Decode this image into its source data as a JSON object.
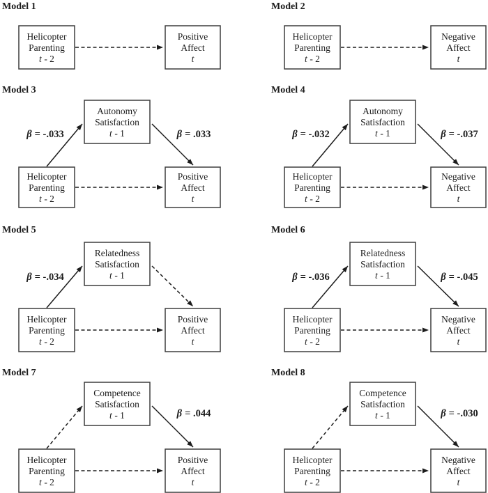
{
  "figure": {
    "background_color": "#ffffff",
    "ink_color": "#1c1c1c",
    "box_border_color": "#3d3d3d"
  },
  "models": [
    {
      "title": "Model 1",
      "predictor": {
        "line1": "Helicopter",
        "line2": "Parenting",
        "time": "t - 2"
      },
      "mediator": null,
      "outcome": {
        "line1": "Positive",
        "line2": "Affect",
        "time": "t"
      },
      "paths": {
        "direct": {
          "style": "dashed",
          "label": ""
        }
      }
    },
    {
      "title": "Model 2",
      "predictor": {
        "line1": "Helicopter",
        "line2": "Parenting",
        "time": "t - 2"
      },
      "mediator": null,
      "outcome": {
        "line1": "Negative",
        "line2": "Affect",
        "time": "t"
      },
      "paths": {
        "direct": {
          "style": "dashed",
          "label": ""
        }
      }
    },
    {
      "title": "Model 3",
      "predictor": {
        "line1": "Helicopter",
        "line2": "Parenting",
        "time": "t - 2"
      },
      "mediator": {
        "line1": "Autonomy",
        "line2": "Satisfaction",
        "time": "t - 1"
      },
      "outcome": {
        "line1": "Positive",
        "line2": "Affect",
        "time": "t"
      },
      "paths": {
        "a": {
          "style": "solid",
          "label": "β = -.033"
        },
        "b": {
          "style": "solid",
          "label": "β = .033"
        },
        "direct": {
          "style": "dashed",
          "label": ""
        }
      }
    },
    {
      "title": "Model 4",
      "predictor": {
        "line1": "Helicopter",
        "line2": "Parenting",
        "time": "t - 2"
      },
      "mediator": {
        "line1": "Autonomy",
        "line2": "Satisfaction",
        "time": "t - 1"
      },
      "outcome": {
        "line1": "Negative",
        "line2": "Affect",
        "time": "t"
      },
      "paths": {
        "a": {
          "style": "solid",
          "label": "β = -.032"
        },
        "b": {
          "style": "solid",
          "label": "β = -.037"
        },
        "direct": {
          "style": "dashed",
          "label": ""
        }
      }
    },
    {
      "title": "Model 5",
      "predictor": {
        "line1": "Helicopter",
        "line2": "Parenting",
        "time": "t - 2"
      },
      "mediator": {
        "line1": "Relatedness",
        "line2": "Satisfaction",
        "time": "t - 1"
      },
      "outcome": {
        "line1": "Positive",
        "line2": "Affect",
        "time": "t"
      },
      "paths": {
        "a": {
          "style": "solid",
          "label": "β = -.034"
        },
        "b": {
          "style": "dashed",
          "label": ""
        },
        "direct": {
          "style": "dashed",
          "label": ""
        }
      }
    },
    {
      "title": "Model 6",
      "predictor": {
        "line1": "Helicopter",
        "line2": "Parenting",
        "time": "t - 2"
      },
      "mediator": {
        "line1": "Relatedness",
        "line2": "Satisfaction",
        "time": "t - 1"
      },
      "outcome": {
        "line1": "Negative",
        "line2": "Affect",
        "time": "t"
      },
      "paths": {
        "a": {
          "style": "solid",
          "label": "β = -.036"
        },
        "b": {
          "style": "solid",
          "label": "β = -.045"
        },
        "direct": {
          "style": "dashed",
          "label": ""
        }
      }
    },
    {
      "title": "Model 7",
      "predictor": {
        "line1": "Helicopter",
        "line2": "Parenting",
        "time": "t - 2"
      },
      "mediator": {
        "line1": "Competence",
        "line2": "Satisfaction",
        "time": "t - 1"
      },
      "outcome": {
        "line1": "Positive",
        "line2": "Affect",
        "time": "t"
      },
      "paths": {
        "a": {
          "style": "dashed",
          "label": ""
        },
        "b": {
          "style": "solid",
          "label": "β = .044"
        },
        "direct": {
          "style": "dashed",
          "label": ""
        }
      }
    },
    {
      "title": "Model 8",
      "predictor": {
        "line1": "Helicopter",
        "line2": "Parenting",
        "time": "t - 2"
      },
      "mediator": {
        "line1": "Competence",
        "line2": "Satisfaction",
        "time": "t - 1"
      },
      "outcome": {
        "line1": "Negative",
        "line2": "Affect",
        "time": "t"
      },
      "paths": {
        "a": {
          "style": "dashed",
          "label": ""
        },
        "b": {
          "style": "solid",
          "label": "β = -.030"
        },
        "direct": {
          "style": "dashed",
          "label": ""
        }
      }
    }
  ]
}
